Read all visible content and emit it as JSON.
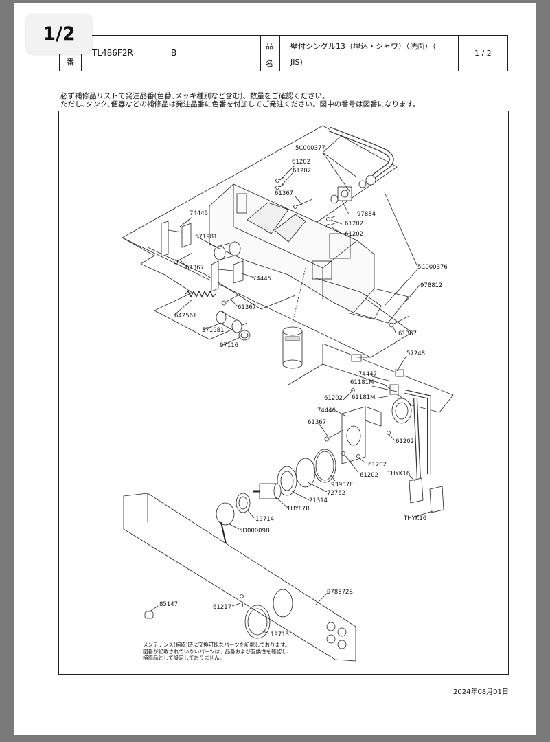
{
  "badge": {
    "page_indicator": "1/2"
  },
  "header": {
    "ban_label_top": "",
    "ban_label_bottom": "番",
    "model": "TL486F2R",
    "variant": "B",
    "hin_label_top": "品",
    "hin_label_bottom": "名",
    "product_name_line1": "壁付シングル13（埋込・シャワ）（洗面）（",
    "product_name_line2": "JIS)",
    "page": "1 / 2"
  },
  "notes": {
    "line1": "必ず補修品リストで発注品番(色番､メッキ種別など含む)、数量をご確認ください。",
    "line2": "ただし､タンク､便器などの補修品は発注品番に色番を付加してご発注ください。図中の番号は図番になります。"
  },
  "maintenance_note": {
    "line1": "メンテナンス(補修)時に交換可能なパーツを記載しております。",
    "line2": "図番が記載されていないパーツは、品番および互換性を確認し、",
    "line3": "補修品として設定しておりません。"
  },
  "footer": {
    "date": "2024年08月01日"
  },
  "parts": [
    {
      "id": "5C000377"
    },
    {
      "id": "61202"
    },
    {
      "id": "61202"
    },
    {
      "id": "61367"
    },
    {
      "id": "74445"
    },
    {
      "id": "97884"
    },
    {
      "id": "61202"
    },
    {
      "id": "61202"
    },
    {
      "id": "571981"
    },
    {
      "id": "61367"
    },
    {
      "id": "5C000376"
    },
    {
      "id": "74445"
    },
    {
      "id": "978812"
    },
    {
      "id": "61367"
    },
    {
      "id": "642561"
    },
    {
      "id": "571981"
    },
    {
      "id": "97116"
    },
    {
      "id": "61367"
    },
    {
      "id": "57248"
    },
    {
      "id": "74447"
    },
    {
      "id": "61181M"
    },
    {
      "id": "61202"
    },
    {
      "id": "61181M"
    },
    {
      "id": "74446"
    },
    {
      "id": "61367"
    },
    {
      "id": "61202"
    },
    {
      "id": "61202"
    },
    {
      "id": "61202"
    },
    {
      "id": "THYK16"
    },
    {
      "id": "93907E"
    },
    {
      "id": "72762"
    },
    {
      "id": "21314"
    },
    {
      "id": "THYF7R"
    },
    {
      "id": "19714"
    },
    {
      "id": "THYK16"
    },
    {
      "id": "5D00009B"
    },
    {
      "id": "978872S"
    },
    {
      "id": "85147"
    },
    {
      "id": "61217"
    },
    {
      "id": "19713"
    }
  ]
}
